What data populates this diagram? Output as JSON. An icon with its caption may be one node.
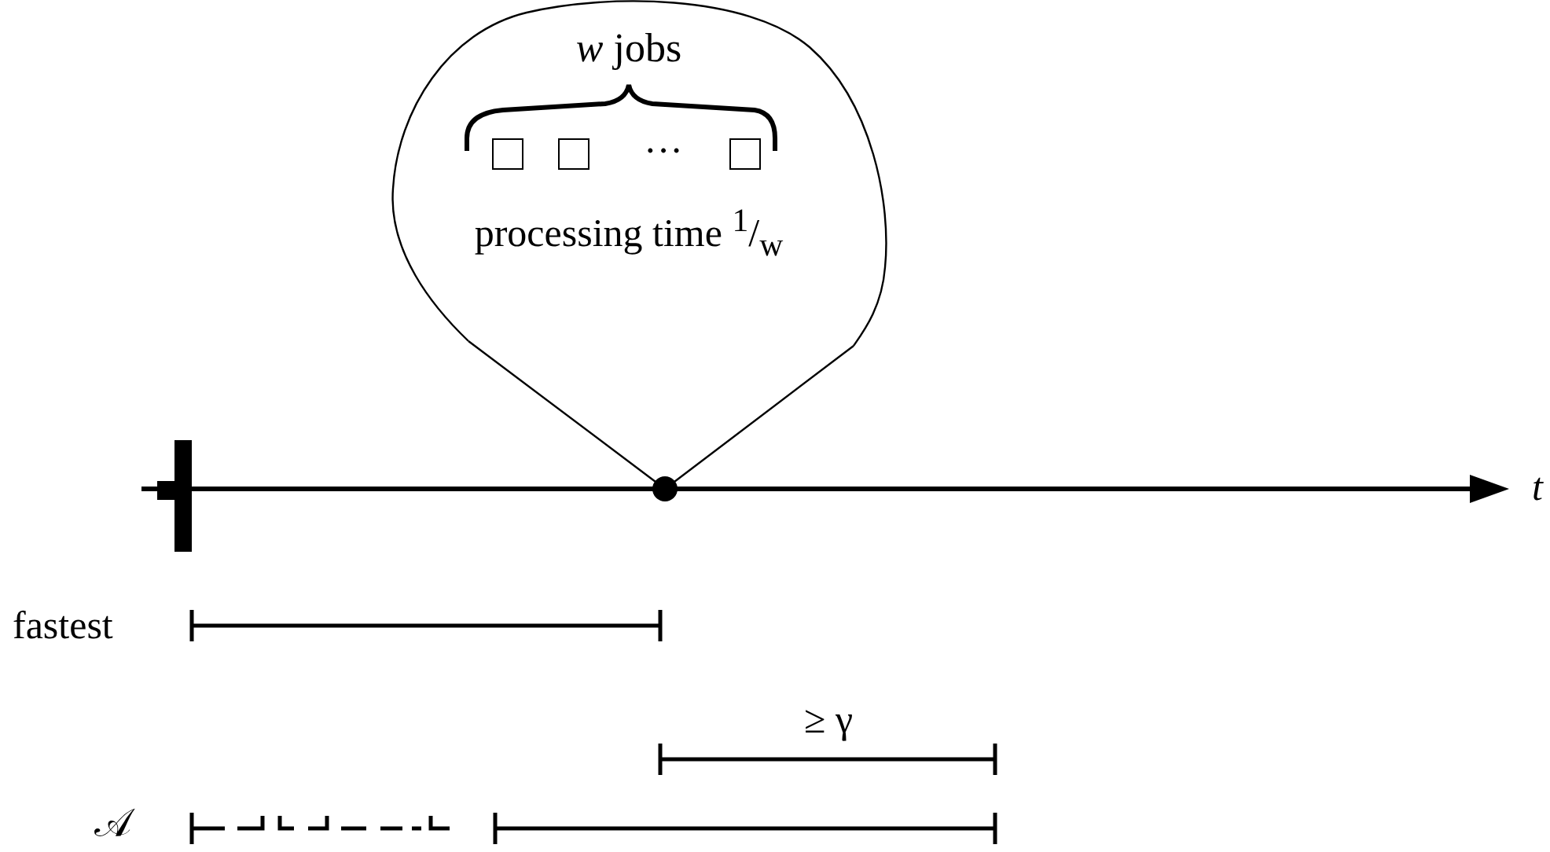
{
  "diagram": {
    "nodes": [
      {
        "text": [
          "*w* jobs",
          "processing time $^{1}$/$_{w}$"
        ]
      },
      {
        "text": [],
        "shape": "box",
        "in": 0
      },
      {
        "text": [],
        "shape": "box",
        "in": 0
      },
      {
        "text": [],
        "shape": "box",
        "in": 0
      },
      {
        "text": [],
        "shape": "circle"
      }
    ],
    "edges": [
      {
        "from": 0,
        "to": 4,
        "arrow": "none"
      }
    ],
    "labels": [
      "···",
      "t",
      "fastest",
      "≥ γ",
      "𝒜"
    ]
  }
}
